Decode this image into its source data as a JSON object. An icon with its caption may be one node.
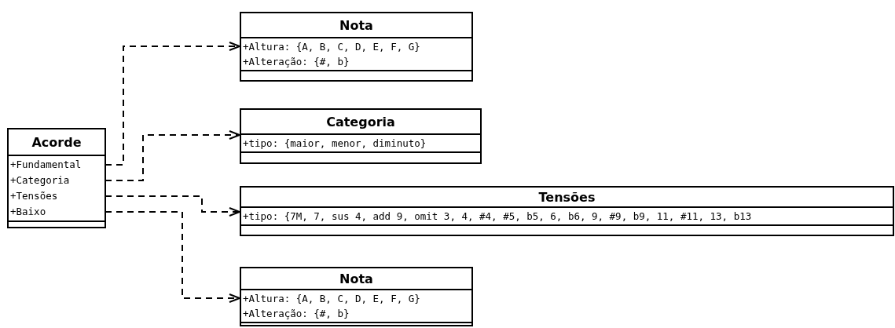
{
  "diagram": {
    "nodes": [
      {
        "text": [
          "Acorde"
        ]
      },
      {
        "text": [
          "+Fundamental"
        ],
        "in": 0
      },
      {
        "text": [
          "+Categoria"
        ],
        "in": 0
      },
      {
        "text": [
          "+Tensões"
        ],
        "in": 0
      },
      {
        "text": [
          "+Baixo"
        ],
        "in": 0
      },
      {
        "text": [
          "Nota",
          "+Altura: {A, B, C, D, E, F, G}",
          "+Alteração: {#, b}"
        ]
      },
      {
        "text": [
          "Categoria",
          "+tipo: {maior, menor, diminuto}"
        ]
      },
      {
        "text": [
          "Tensões",
          "+tipo: {7M, 7, sus 4, add 9, omit 3, 4, #4, #5, b5, 6, b6, 9, #9, b9, 11, #11, 13, b13"
        ]
      },
      {
        "text": [
          "Nota",
          "+Altura: {A, B, C, D, E, F, G}",
          "+Alteração: {#, b}"
        ]
      }
    ],
    "edges": [
      {
        "from": 1,
        "to": 5,
        "arrow": "to",
        "style": "dashed"
      },
      {
        "from": 2,
        "to": 6,
        "arrow": "to",
        "style": "dashed"
      },
      {
        "from": 3,
        "to": 7,
        "arrow": "to",
        "style": "dashed"
      },
      {
        "from": 4,
        "to": 8,
        "arrow": "to",
        "style": "dashed"
      }
    ]
  }
}
